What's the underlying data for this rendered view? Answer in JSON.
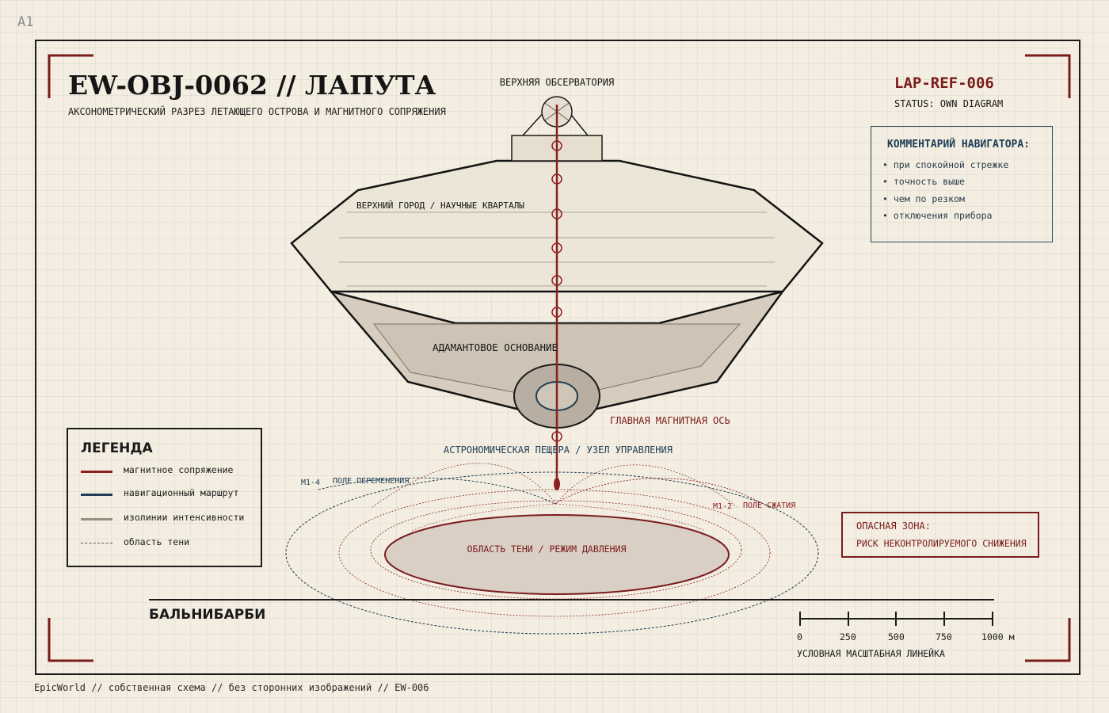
{
  "sheet_code": "A1",
  "title": "EW-OBJ-0062 // ЛАПУТА",
  "subtitle": "АКСОНОМЕТРИЧЕСКИЙ РАЗРЕЗ ЛЕТАЮЩЕГО ОСТРОВА И МАГНИТНОГО СОПРЯЖЕНИЯ",
  "reference": {
    "code": "LAP-REF-006",
    "status": "STATUS: OWN DIAGRAM"
  },
  "navigator_comment": {
    "title": "КОММЕНТАРИЙ НАВИГАТОРА:",
    "items": [
      "при спокойной стрежке",
      "точность выше",
      "чем по резком",
      "отключения прибора"
    ]
  },
  "labels": {
    "observatory": "ВЕРХНЯЯ ОБСЕРВАТОРИЯ",
    "upper_city": "ВЕРХНИЙ ГОРОД / НАУЧНЫЕ КВАРТАЛЫ",
    "adamant_base": "АДАМАНТОВОЕ ОСНОВАНИЕ",
    "main_axis": "ГЛАВНАЯ МАГНИТНАЯ ОСЬ",
    "cave": "АСТРОНОМИЧЕСКАЯ ПЕЩЕРА / УЗЕЛ УПРАВЛЕНИЯ",
    "field_m14_code": "M1-4",
    "field_m14_name": "ПОЛЕ ПЕРЕМЕНЕНИЯ",
    "field_m12_code": "M1-2",
    "field_m12_name": "ПОЛЕ СЖАТИЯ",
    "shadow_zone": "ОБЛАСТЬ ТЕНИ / РЕЖИМ ДАВЛЕНИЯ",
    "ground": "БАЛЬНИБАРБИ"
  },
  "legend": {
    "title": "ЛЕГЕНДА",
    "items": [
      {
        "label": "магнитное сопряжение",
        "color": "#8b2020",
        "style": "solid"
      },
      {
        "label": "навигационный маршрут",
        "color": "#1f3d55",
        "style": "solid"
      },
      {
        "label": "изолинии интенсивности",
        "color": "#9a8e80",
        "style": "solid"
      },
      {
        "label": "область тени",
        "color": "#555555",
        "style": "dashed"
      }
    ]
  },
  "danger": {
    "title": "ОПАСНАЯ ЗОНА:",
    "text": "РИСК НЕКОНТРОЛИРУЕМОГО СНИЖЕНИЯ"
  },
  "scale": {
    "ticks": [
      "0",
      "250",
      "500",
      "750",
      "1000 м"
    ],
    "caption": "УСЛОВНАЯ МАСШТАБНАЯ ЛИНЕЙКА"
  },
  "footer": "EpicWorld // собственная схема // без сторонних изображений // EW-006",
  "colors": {
    "accent_red": "#7a1c1c",
    "accent_blue": "#1f3d55",
    "paper": "#f3eee1"
  }
}
